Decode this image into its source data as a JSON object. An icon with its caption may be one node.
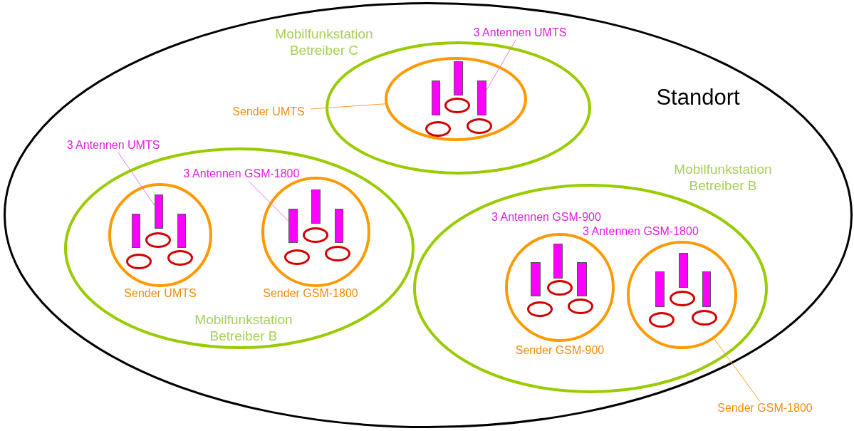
{
  "diagram": {
    "nodes": [
      {
        "text": [
          "Standort"
        ]
      },
      {
        "text": [
          "Mobilfunkstation Betreiber C"
        ],
        "in": 0
      },
      {
        "text": [
          "3 Antennen UMTS"
        ],
        "in": 0
      },
      {
        "text": [
          "Sender UMTS"
        ],
        "in": 0
      },
      {
        "text": [],
        "shape": "circle",
        "in": 1
      },
      {
        "text": [],
        "shape": "bar",
        "in": 4
      },
      {
        "text": [
          "3 Antennen UMTS"
        ],
        "in": 0
      },
      {
        "text": [
          "Mobilfunkstation Betreiber B"
        ],
        "in": 0
      },
      {
        "text": [
          "3 Antennen GSM-1800"
        ],
        "in": 7
      },
      {
        "text": [
          "Sender UMTS"
        ],
        "in": 7
      },
      {
        "text": [],
        "shape": "bar",
        "in": 9
      },
      {
        "text": [
          "Sender GSM-1800"
        ],
        "in": 7
      },
      {
        "text": [],
        "shape": "bar",
        "in": 11
      },
      {
        "text": [
          "Mobilfunkstation Betreiber B"
        ],
        "in": 0
      },
      {
        "text": [
          "Sender GSM-900"
        ],
        "in": 13
      },
      {
        "text": [],
        "shape": "circle",
        "in": 13
      },
      {
        "text": [
          "Sender GSM-1800"
        ]
      }
    ],
    "edges": [
      {
        "from": 2,
        "to": 5,
        "arrow": "none"
      },
      {
        "from": 3,
        "to": 4,
        "arrow": "none",
        "color": "#f7a030"
      },
      {
        "from": 6,
        "to": 10,
        "arrow": "none"
      },
      {
        "from": 8,
        "to": 12,
        "arrow": "none"
      },
      {
        "from": 16,
        "to": 15,
        "arrow": "none",
        "color": "#f7a030"
      }
    ],
    "labels": [
      "3 Antennen GSM-900",
      "3 Antennen GSM-1800"
    ]
  }
}
